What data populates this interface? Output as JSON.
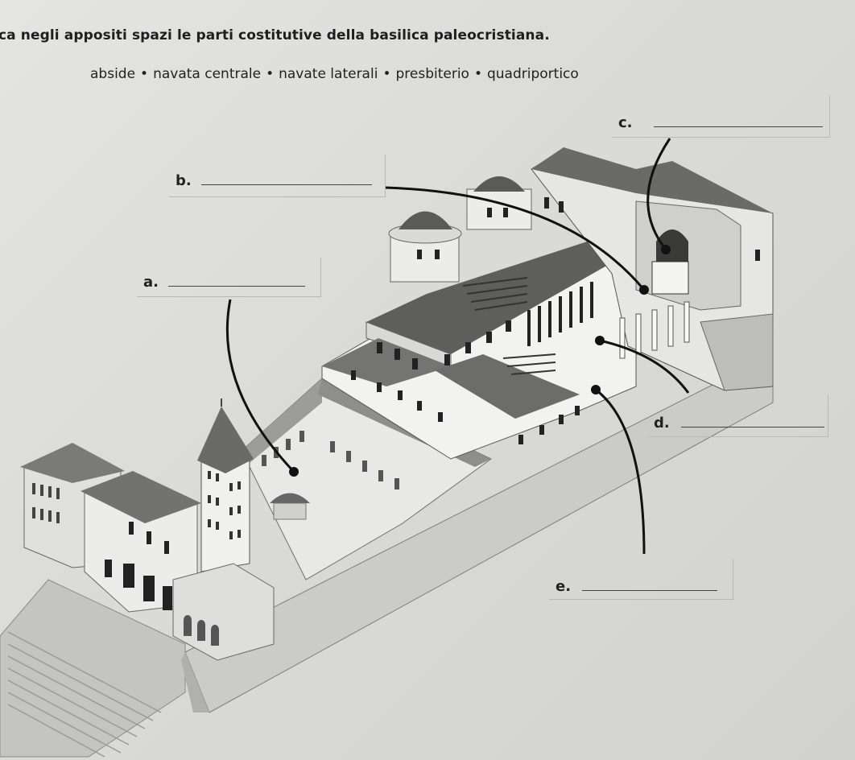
{
  "instruction": "ca negli appositi spazi le parti costitutive della basilica paleocristiana.",
  "word_bank": [
    "abside",
    "navata centrale",
    "navate laterali",
    "presbiterio",
    "quadriportico"
  ],
  "separator": "•",
  "labels": [
    {
      "id": "a",
      "text": "a."
    },
    {
      "id": "b",
      "text": "b."
    },
    {
      "id": "c",
      "text": "c."
    },
    {
      "id": "d",
      "text": "d."
    },
    {
      "id": "e",
      "text": "e."
    }
  ],
  "answers": {
    "a": "",
    "b": "",
    "c": "",
    "d": "",
    "e": ""
  }
}
